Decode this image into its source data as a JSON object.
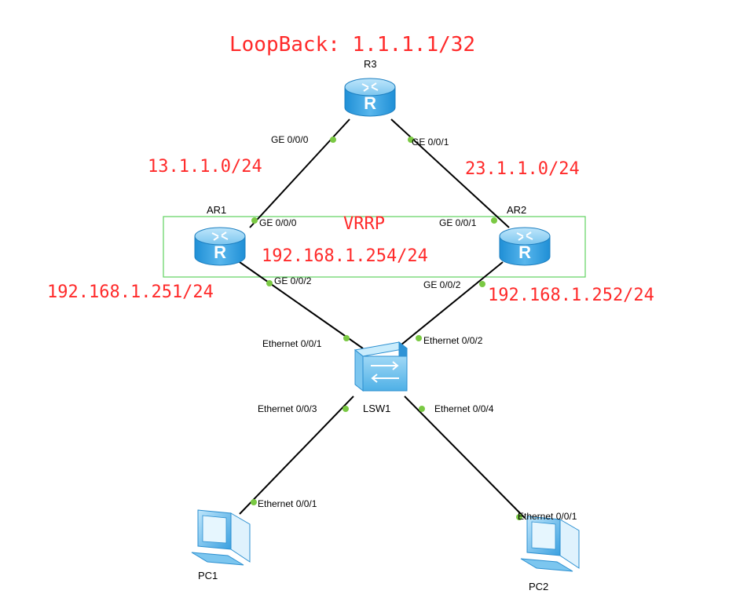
{
  "annotations": {
    "loopback": "LoopBack: 1.1.1.1/32",
    "net13": "13.1.1.0/24",
    "net23": "23.1.1.0/24",
    "vrrp": "VRRP",
    "vip": "192.168.1.254/24",
    "ar1_ip": "192.168.1.251/24",
    "ar2_ip": "192.168.1.252/24"
  },
  "devices": {
    "r3": "R3",
    "ar1": "AR1",
    "ar2": "AR2",
    "lsw1": "LSW1",
    "pc1": "PC1",
    "pc2": "PC2"
  },
  "ports": {
    "r3_ge000": "GE 0/0/0",
    "r3_ge001": "GE 0/0/1",
    "ar1_ge000": "GE 0/0/0",
    "ar1_ge002": "GE 0/0/2",
    "ar2_ge001": "GE 0/0/1",
    "ar2_ge002": "GE 0/0/2",
    "lsw_e001": "Ethernet 0/0/1",
    "lsw_e002": "Ethernet 0/0/2",
    "lsw_e003": "Ethernet 0/0/3",
    "lsw_e004": "Ethernet 0/0/4",
    "pc1_e001": "Ethernet 0/0/1",
    "pc2_e001": "Ethernet 0/0/1"
  },
  "colors": {
    "annotation": "#ff2a2a",
    "link": "#000000",
    "port_dot": "#7ac943",
    "vrrp_box": "#5fd35f",
    "device_blue": "#3aa0e0"
  },
  "icons": {
    "router": "router-icon",
    "switch": "switch-icon",
    "pc": "pc-icon"
  }
}
